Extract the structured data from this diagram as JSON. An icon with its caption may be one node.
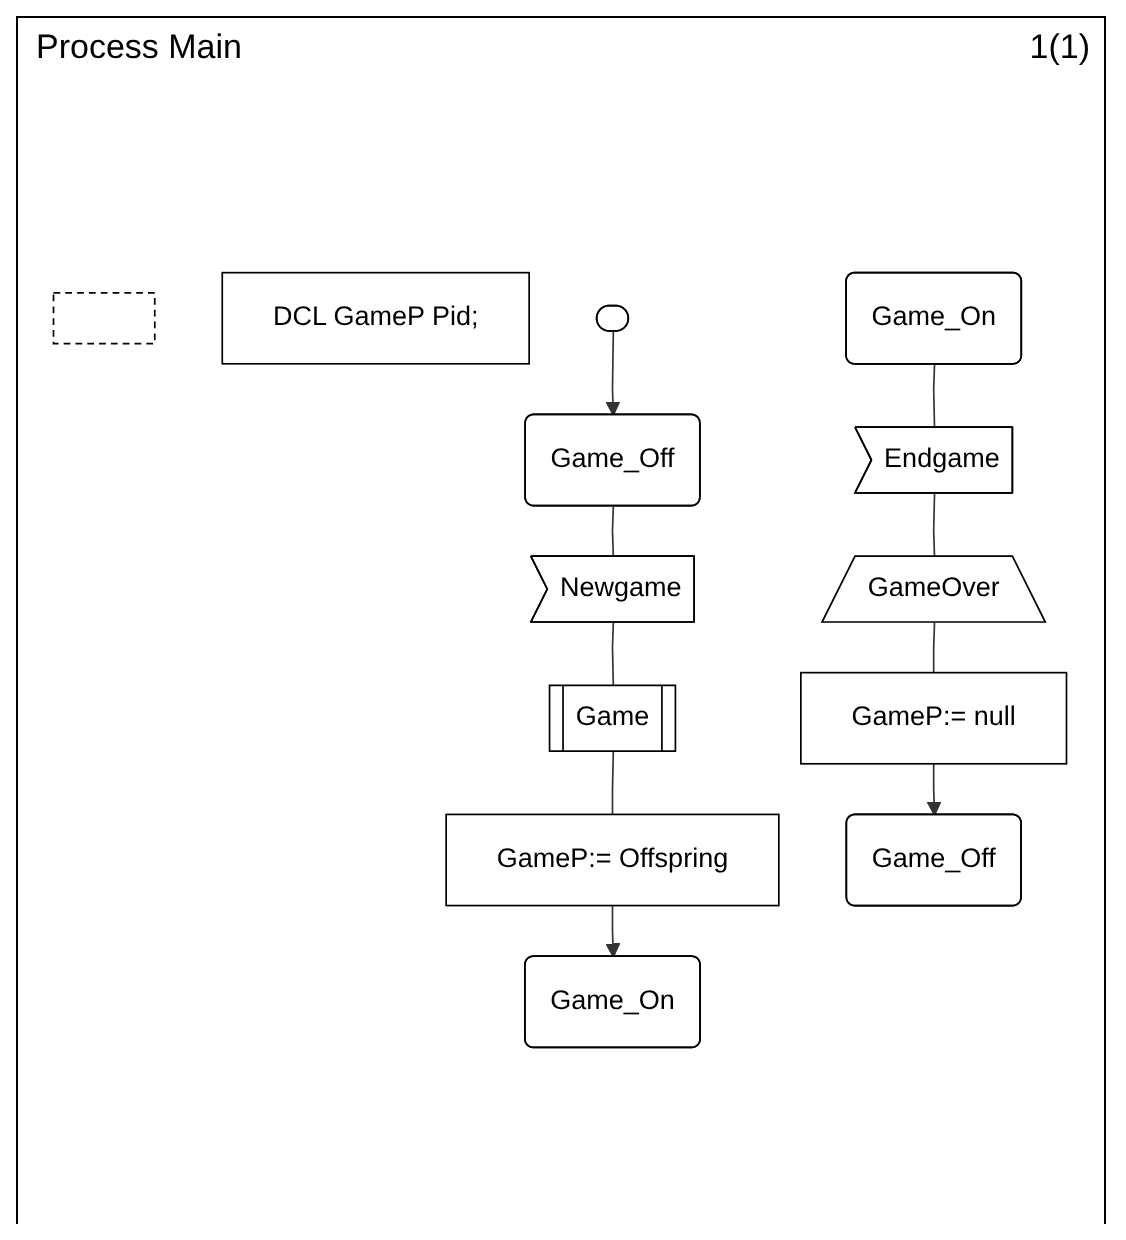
{
  "diagram": {
    "title": "Process Main",
    "nodes": [
      {
        "text": [],
        "shape": "note"
      },
      {
        "text": [
          "DCL GameP Pid;"
        ]
      },
      {
        "text": [],
        "shape": "oval"
      },
      {
        "text": [
          "Game_Off"
        ]
      },
      {
        "text": [
          "Newgame"
        ]
      },
      {
        "text": [
          "Game"
        ]
      },
      {
        "text": [
          "GameP:= Offspring"
        ]
      },
      {
        "text": [
          "Game_On"
        ]
      },
      {
        "text": [
          "Game_On"
        ]
      },
      {
        "text": [
          "Endgame"
        ]
      },
      {
        "text": [
          "GameOver"
        ]
      },
      {
        "text": [
          "GameP:= null"
        ]
      },
      {
        "text": [
          "Game_Off"
        ]
      }
    ],
    "edges": [
      {
        "from": 2,
        "to": 3,
        "arrow": "to"
      },
      {
        "from": 3,
        "to": 4,
        "arrow": "none"
      },
      {
        "from": 4,
        "to": 5,
        "arrow": "none"
      },
      {
        "from": 5,
        "to": 6,
        "arrow": "none"
      },
      {
        "from": 6,
        "to": 7,
        "arrow": "to"
      },
      {
        "from": 8,
        "to": 9,
        "arrow": "none"
      },
      {
        "from": 9,
        "to": 10,
        "arrow": "none"
      },
      {
        "from": 10,
        "to": 11,
        "arrow": "none"
      },
      {
        "from": 11,
        "to": 12,
        "arrow": "to"
      }
    ],
    "labels": [
      "1(1)"
    ]
  }
}
